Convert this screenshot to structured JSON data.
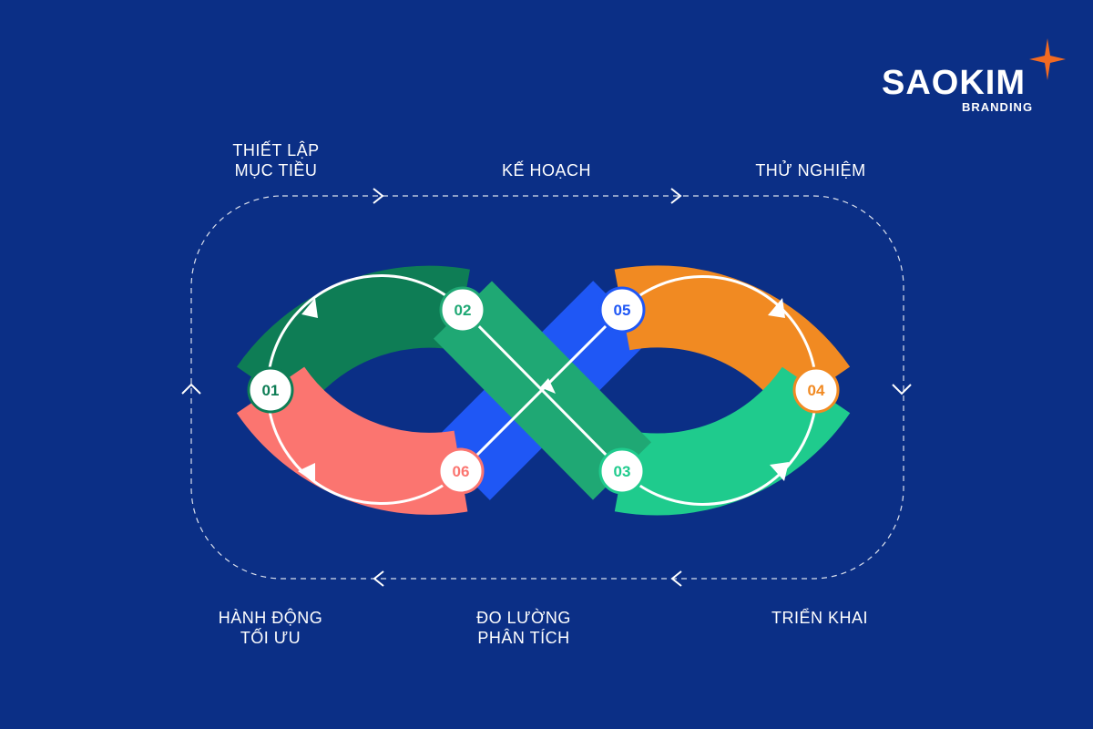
{
  "brand": {
    "name": "SAOKIM",
    "sub": "BRANDING",
    "star_color": "#f26a21"
  },
  "colors": {
    "background": "#0b2f86",
    "dark_green": "#0e7d55",
    "green": "#1fa874",
    "mint": "#1fcb8d",
    "orange": "#f18a22",
    "salmon": "#fb7570",
    "blue": "#1f57f5"
  },
  "steps": [
    {
      "id": "step-1",
      "number": "01",
      "label_lines": [
        "THIẾT LẬP",
        "MỤC TIỀU"
      ],
      "color": "#0e7d55"
    },
    {
      "id": "step-2",
      "number": "02",
      "label_lines": [
        "KẾ HOẠCH"
      ],
      "color": "#1fa874"
    },
    {
      "id": "step-3",
      "number": "03",
      "label_lines": [
        "TRIỂN KHAI"
      ],
      "color": "#1fcb8d"
    },
    {
      "id": "step-4",
      "number": "04",
      "label_lines": [
        "THỬ NGHIỆM"
      ],
      "color": "#f18a22"
    },
    {
      "id": "step-5",
      "number": "05",
      "label_lines": [
        "ĐO LƯỜNG",
        "PHÂN TÍCH"
      ],
      "color": "#1f57f5"
    },
    {
      "id": "step-6",
      "number": "06",
      "label_lines": [
        "HÀNH ĐỘNG",
        "TỐI ƯU"
      ],
      "color": "#fb7570"
    }
  ]
}
